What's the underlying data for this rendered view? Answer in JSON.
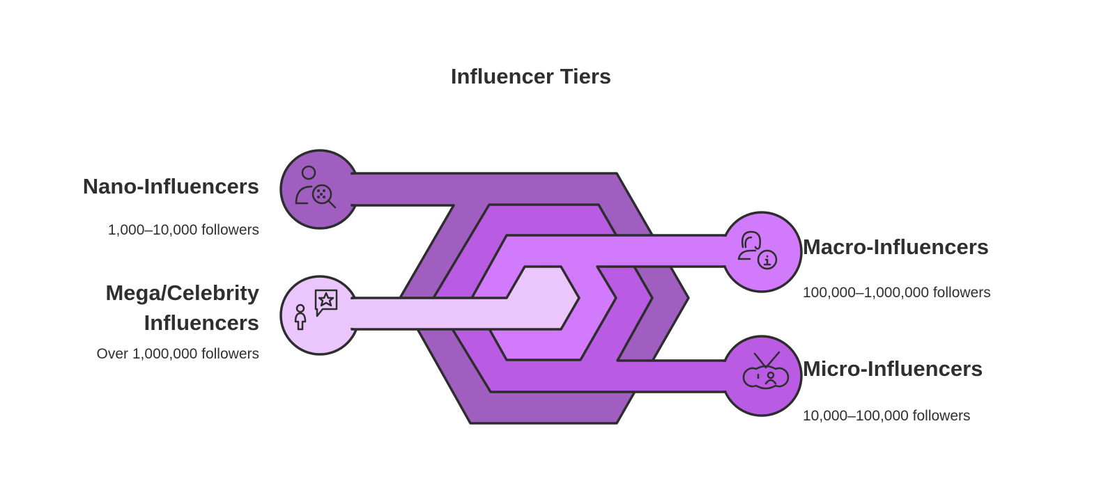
{
  "title": "Influencer Tiers",
  "tiers": [
    {
      "name": "Nano-Influencers",
      "followers": "1,000–10,000 followers",
      "color": "#A05EC0",
      "icon": "person-search-icon"
    },
    {
      "name": "Micro-Influencers",
      "followers": "10,000–100,000 followers",
      "color": "#B95CE3",
      "icon": "tv-person-icon"
    },
    {
      "name": "Macro-Influencers",
      "followers": "100,000–1,000,000 followers",
      "color": "#D17BFC",
      "icon": "person-info-icon"
    },
    {
      "name_line1": "Mega/Celebrity",
      "name_line2": "Influencers",
      "followers": "Over 1,000,000 followers",
      "color": "#EBC6FD",
      "icon": "person-star-speech-icon"
    }
  ]
}
